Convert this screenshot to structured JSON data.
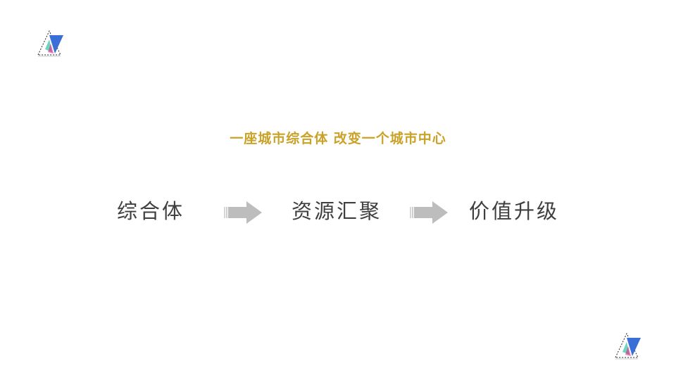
{
  "slide": {
    "headline": "一座城市综合体  改变一个城市中心",
    "steps": [
      {
        "label": "综合体"
      },
      {
        "label": "资源汇聚"
      },
      {
        "label": "价值升级"
      }
    ],
    "arrows": [
      "arrow-right-icon",
      "arrow-right-icon"
    ],
    "logos": [
      "triangle-logo-top-left",
      "triangle-logo-bottom-right"
    ]
  },
  "colors": {
    "headline": "#c9a227",
    "step_text": "#3f3f3f",
    "arrow": "#bdbdbd",
    "logo_blue": "#3b6fd8"
  }
}
